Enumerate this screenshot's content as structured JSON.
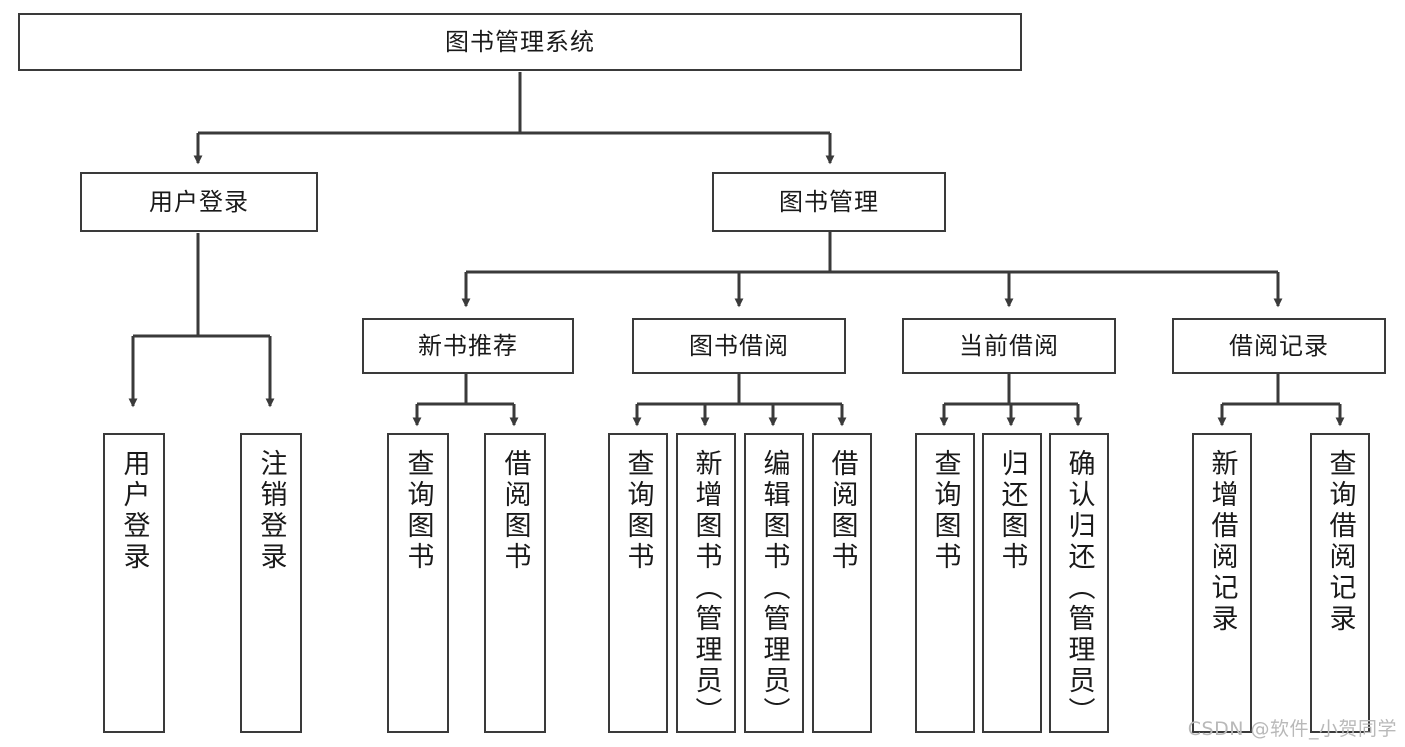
{
  "diagram": {
    "title": "图书管理系统",
    "watermark": "CSDN @软件_小贺同学",
    "colors": {
      "node_border": "#3a3a3a",
      "node_fill": "#ffffff",
      "edge": "#3a3a3a",
      "text": "#1a1a1a",
      "watermark": "#b9b9b9",
      "background": "#ffffff"
    },
    "nodes": {
      "root": {
        "label": "图书管理系统",
        "level": 0,
        "orientation": "horizontal"
      },
      "user_login": {
        "label": "用户登录",
        "level": 1,
        "orientation": "horizontal"
      },
      "book_mgmt": {
        "label": "图书管理",
        "level": 1,
        "orientation": "horizontal"
      },
      "new_book_rec": {
        "label": "新书推荐",
        "level": 2,
        "orientation": "horizontal"
      },
      "book_borrow": {
        "label": "图书借阅",
        "level": 2,
        "orientation": "horizontal"
      },
      "current_borrow": {
        "label": "当前借阅",
        "level": 2,
        "orientation": "horizontal"
      },
      "borrow_record": {
        "label": "借阅记录",
        "level": 2,
        "orientation": "horizontal"
      },
      "leaf_user_login": {
        "label": "用户登录",
        "level": 3,
        "orientation": "vertical"
      },
      "leaf_logout": {
        "label": "注销登录",
        "level": 3,
        "orientation": "vertical"
      },
      "leaf_query_book_1": {
        "label": "查询图书",
        "level": 3,
        "orientation": "vertical"
      },
      "leaf_borrow_book_1": {
        "label": "借阅图书",
        "level": 3,
        "orientation": "vertical"
      },
      "leaf_query_book_2": {
        "label": "查询图书",
        "level": 3,
        "orientation": "vertical"
      },
      "leaf_add_book": {
        "label": "新增图书（管理员）",
        "level": 3,
        "orientation": "vertical"
      },
      "leaf_edit_book": {
        "label": "编辑图书（管理员）",
        "level": 3,
        "orientation": "vertical"
      },
      "leaf_borrow_book_2": {
        "label": "借阅图书",
        "level": 3,
        "orientation": "vertical"
      },
      "leaf_query_book_3": {
        "label": "查询图书",
        "level": 3,
        "orientation": "vertical"
      },
      "leaf_return_book": {
        "label": "归还图书",
        "level": 3,
        "orientation": "vertical"
      },
      "leaf_confirm_return": {
        "label": "确认归还（管理员）",
        "level": 3,
        "orientation": "vertical"
      },
      "leaf_add_record": {
        "label": "新增借阅记录",
        "level": 3,
        "orientation": "vertical"
      },
      "leaf_query_record": {
        "label": "查询借阅记录",
        "level": 3,
        "orientation": "vertical"
      }
    },
    "edges": [
      {
        "from": "root",
        "to": "user_login"
      },
      {
        "from": "root",
        "to": "book_mgmt"
      },
      {
        "from": "book_mgmt",
        "to": "new_book_rec"
      },
      {
        "from": "book_mgmt",
        "to": "book_borrow"
      },
      {
        "from": "book_mgmt",
        "to": "current_borrow"
      },
      {
        "from": "book_mgmt",
        "to": "borrow_record"
      },
      {
        "from": "user_login",
        "to": "leaf_user_login"
      },
      {
        "from": "user_login",
        "to": "leaf_logout"
      },
      {
        "from": "new_book_rec",
        "to": "leaf_query_book_1"
      },
      {
        "from": "new_book_rec",
        "to": "leaf_borrow_book_1"
      },
      {
        "from": "book_borrow",
        "to": "leaf_query_book_2"
      },
      {
        "from": "book_borrow",
        "to": "leaf_add_book"
      },
      {
        "from": "book_borrow",
        "to": "leaf_edit_book"
      },
      {
        "from": "book_borrow",
        "to": "leaf_borrow_book_2"
      },
      {
        "from": "current_borrow",
        "to": "leaf_query_book_3"
      },
      {
        "from": "current_borrow",
        "to": "leaf_return_book"
      },
      {
        "from": "current_borrow",
        "to": "leaf_confirm_return"
      },
      {
        "from": "borrow_record",
        "to": "leaf_add_record"
      },
      {
        "from": "borrow_record",
        "to": "leaf_query_record"
      }
    ]
  }
}
